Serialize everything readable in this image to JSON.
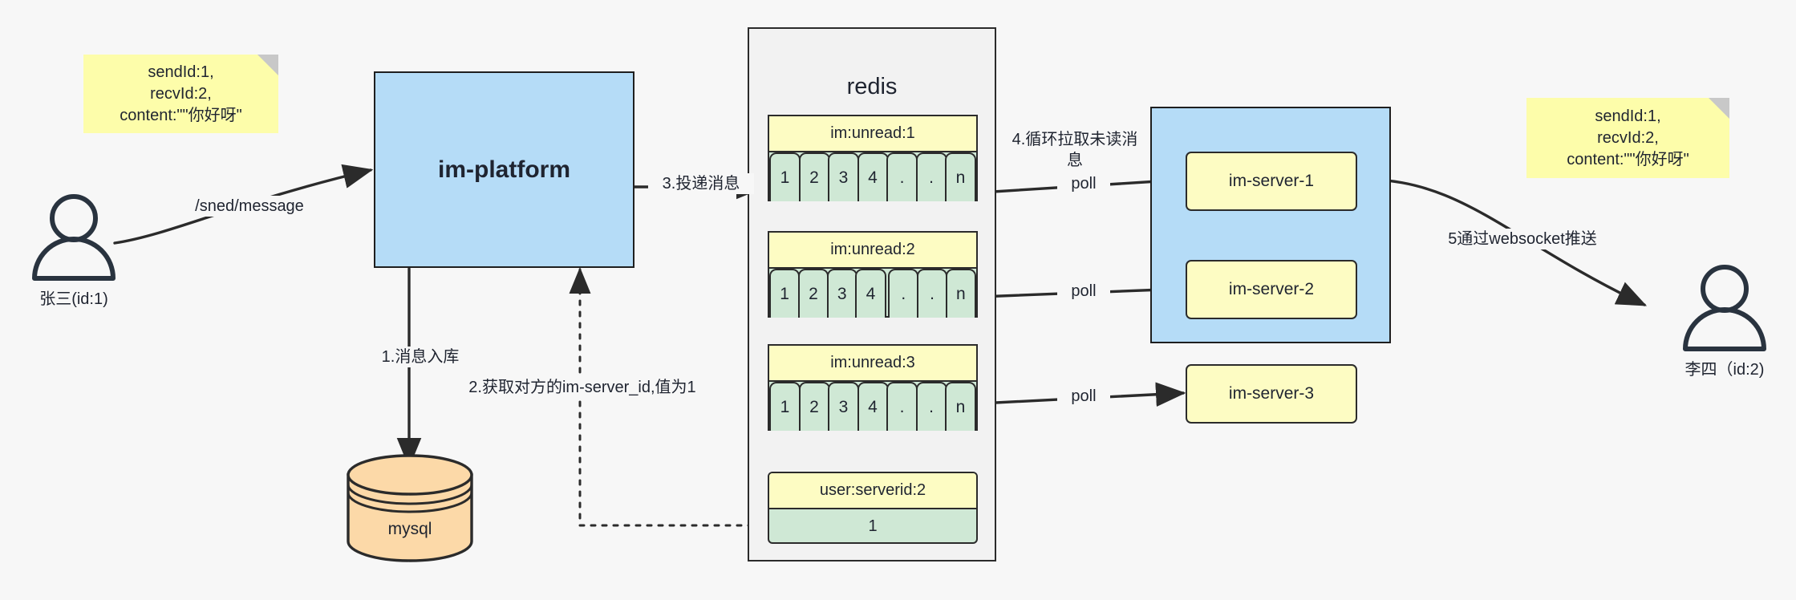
{
  "diagram": {
    "title": "IM message delivery architecture",
    "colors": {
      "background": "#f7f7f7",
      "note": "#fdfdaa",
      "process": "#b5dcf7",
      "cluster": "#b5dcf7",
      "key_header": "#fdfcc3",
      "key_cell": "#cfe8d5",
      "db": "#fcd9a8",
      "stroke": "#2b2b2b"
    }
  },
  "notes": {
    "left": "sendId:1,\nrecvId:2,\ncontent:\"\"你好呀\"",
    "right": "sendId:1,\nrecvId:2,\ncontent:\"\"你好呀\""
  },
  "actors": {
    "sender": {
      "label": "张三(id:1)",
      "icon": "person-icon"
    },
    "receiver": {
      "label": "李四（id:2)",
      "icon": "person-icon"
    }
  },
  "platform": {
    "label": "im-platform"
  },
  "database": {
    "label": "mysql",
    "icon": "database-cylinder-icon"
  },
  "redis": {
    "title": "redis",
    "keys": [
      {
        "name": "im:unread:1",
        "cells": [
          "1",
          "2",
          "3",
          "4",
          ".",
          ".",
          "n"
        ]
      },
      {
        "name": "im:unread:2",
        "cells": [
          "1",
          "2",
          "3",
          "4",
          ".",
          ".",
          "n"
        ]
      },
      {
        "name": "im:unread:3",
        "cells": [
          "1",
          "2",
          "3",
          "4",
          ".",
          ".",
          "n"
        ]
      }
    ],
    "serverid_key": {
      "name": "user:serverid:2",
      "value": "1"
    }
  },
  "cluster": {
    "servers": [
      {
        "label": "im-server-1"
      },
      {
        "label": "im-server-2"
      },
      {
        "label": "im-server-3"
      }
    ]
  },
  "edges": {
    "send_message": "/sned/message",
    "step1": "1.消息入库",
    "step2": "2.获取对方的im-server_id,值为1",
    "step3": "3.投递消息",
    "step4": "4.循环拉取未读消\n息",
    "poll1": "poll",
    "poll2": "poll",
    "poll3": "poll",
    "step5": "5通过websocket推送"
  }
}
